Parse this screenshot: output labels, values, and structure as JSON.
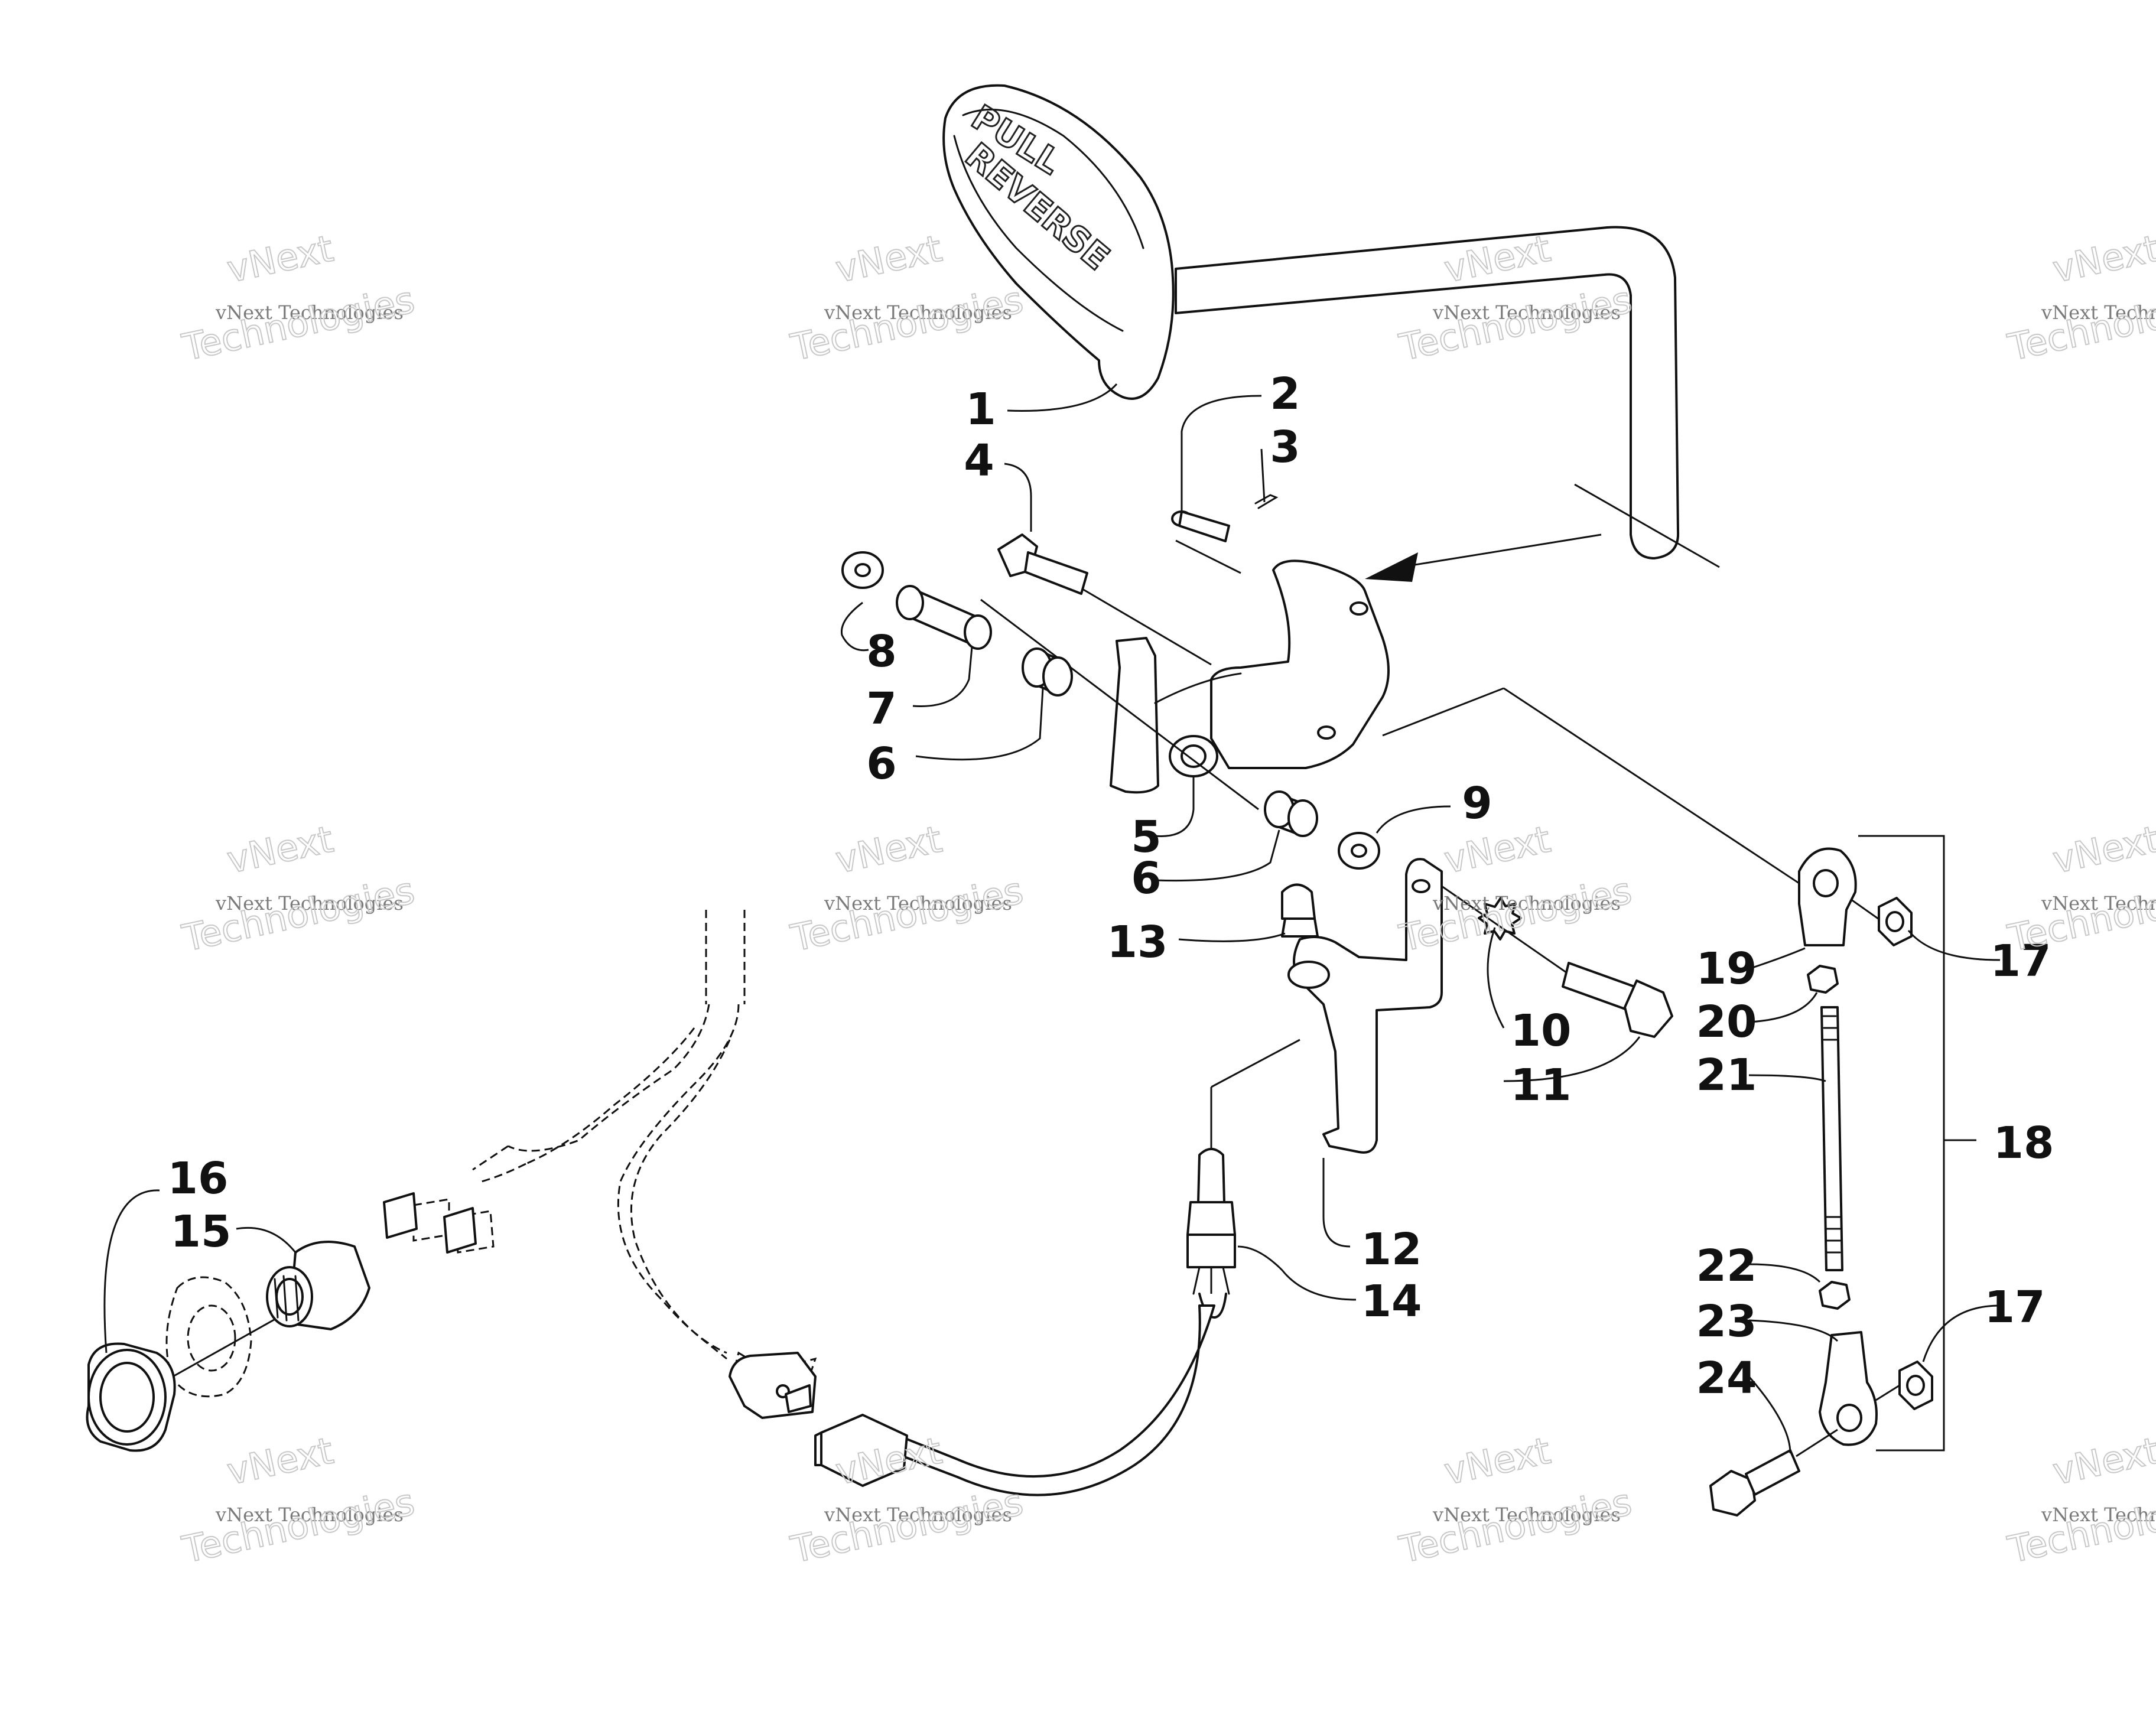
{
  "handle": {
    "top_word": "PULL",
    "main_word": "REVERSE"
  },
  "watermark": {
    "line1": "vNext Technologies",
    "line2a": "vNext",
    "line2b": "Technologies"
  },
  "callouts": [
    "1",
    "2",
    "3",
    "4",
    "5",
    "6",
    "6",
    "7",
    "8",
    "9",
    "10",
    "11",
    "12",
    "13",
    "14",
    "15",
    "16",
    "17",
    "17",
    "18",
    "19",
    "20",
    "21",
    "22",
    "23",
    "24"
  ]
}
